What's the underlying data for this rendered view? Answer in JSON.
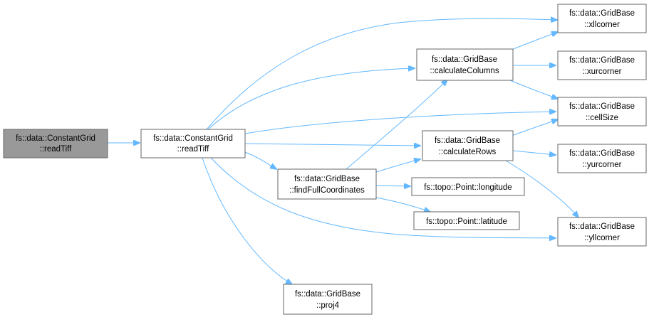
{
  "colors": {
    "edge": "#63b8ff",
    "node_border": "#666666",
    "root_fill": "#999999",
    "node_fill": "#ffffff"
  },
  "nodes": {
    "cg_readTiff_root": {
      "line1": "fs::data::ConstantGrid",
      "line2": "::readTiff"
    },
    "cg_readTiff": {
      "line1": "fs::data::ConstantGrid",
      "line2": "::readTiff"
    },
    "calcCols": {
      "line1": "fs::data::GridBase",
      "line2": "::calculateColumns"
    },
    "calcRows": {
      "line1": "fs::data::GridBase",
      "line2": "::calculateRows"
    },
    "findFull": {
      "line1": "fs::data::GridBase",
      "line2": "::findFullCoordinates"
    },
    "proj4": {
      "line1": "fs::data::GridBase",
      "line2": "::proj4"
    },
    "longitude": {
      "line1": "fs::topo::Point::longitude"
    },
    "latitude": {
      "line1": "fs::topo::Point::latitude"
    },
    "xllcorner": {
      "line1": "fs::data::GridBase",
      "line2": "::xllcorner"
    },
    "xurcorner": {
      "line1": "fs::data::GridBase",
      "line2": "::xurcorner"
    },
    "cellSize": {
      "line1": "fs::data::GridBase",
      "line2": "::cellSize"
    },
    "yurcorner": {
      "line1": "fs::data::GridBase",
      "line2": "::yurcorner"
    },
    "yllcorner": {
      "line1": "fs::data::GridBase",
      "line2": "::yllcorner"
    }
  },
  "edges": [
    [
      "cg_readTiff_root",
      "cg_readTiff"
    ],
    [
      "cg_readTiff",
      "xllcorner"
    ],
    [
      "cg_readTiff",
      "calcCols"
    ],
    [
      "cg_readTiff",
      "cellSize"
    ],
    [
      "cg_readTiff",
      "calcRows"
    ],
    [
      "cg_readTiff",
      "findFull"
    ],
    [
      "cg_readTiff",
      "yllcorner"
    ],
    [
      "cg_readTiff",
      "proj4"
    ],
    [
      "calcCols",
      "xllcorner"
    ],
    [
      "calcCols",
      "xurcorner"
    ],
    [
      "calcCols",
      "cellSize"
    ],
    [
      "calcRows",
      "cellSize"
    ],
    [
      "calcRows",
      "yurcorner"
    ],
    [
      "calcRows",
      "yllcorner"
    ],
    [
      "findFull",
      "calcCols"
    ],
    [
      "findFull",
      "calcRows"
    ],
    [
      "findFull",
      "longitude"
    ],
    [
      "findFull",
      "latitude"
    ]
  ]
}
